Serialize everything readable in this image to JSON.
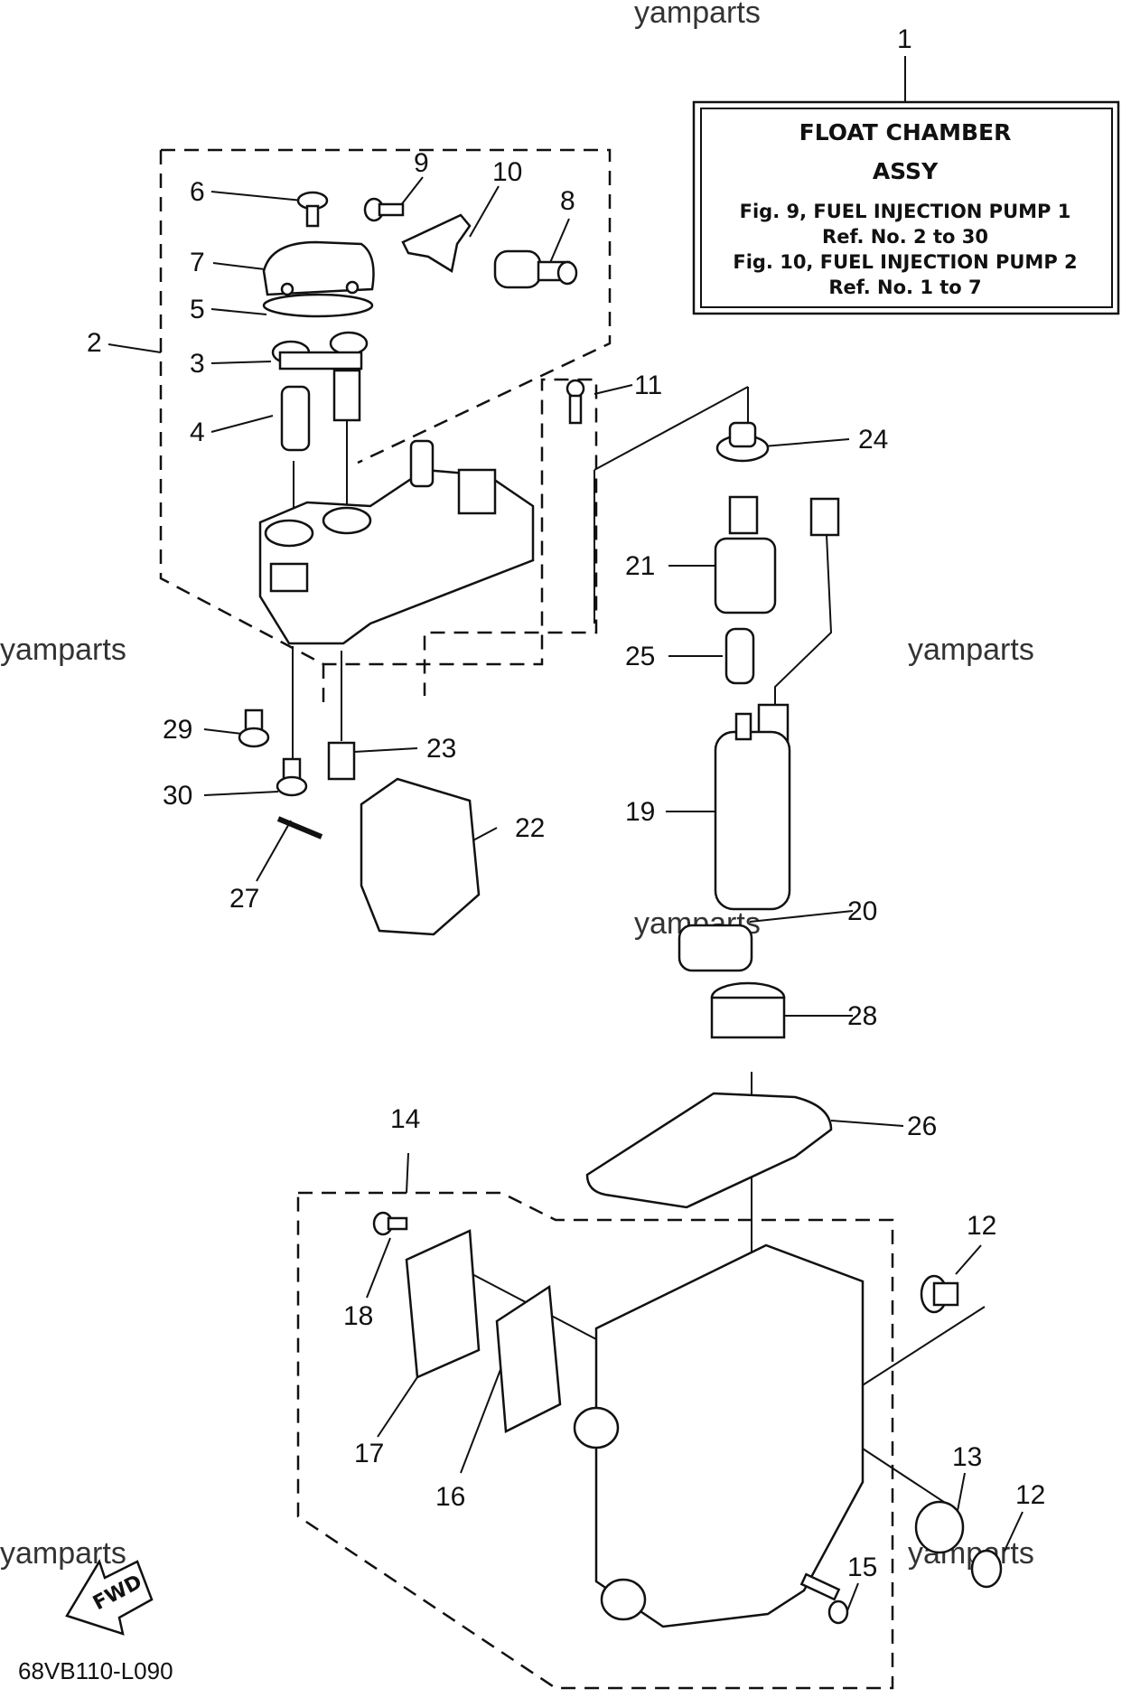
{
  "watermarks": [
    "yamparts",
    "yamparts",
    "yamparts",
    "yamparts",
    "yamparts",
    "yamparts"
  ],
  "note": {
    "ref_number": "1",
    "title_line1": "FLOAT CHAMBER",
    "title_line2": "ASSY",
    "line1": "Fig. 9, FUEL INJECTION PUMP 1",
    "line2": "Ref. No. 2 to 30",
    "line3": "Fig. 10, FUEL INJECTION PUMP 2",
    "line4": "Ref. No. 1 to 7"
  },
  "callouts": {
    "c2": "2",
    "c3": "3",
    "c4": "4",
    "c5": "5",
    "c6": "6",
    "c7": "7",
    "c8": "8",
    "c9": "9",
    "c10": "10",
    "c11": "11",
    "c12a": "12",
    "c12b": "12",
    "c13": "13",
    "c14": "14",
    "c15": "15",
    "c16": "16",
    "c17": "17",
    "c18": "18",
    "c19": "19",
    "c20": "20",
    "c21": "21",
    "c22": "22",
    "c23": "23",
    "c24": "24",
    "c25": "25",
    "c26": "26",
    "c27": "27",
    "c28": "28",
    "c29": "29",
    "c30": "30"
  },
  "fwd_label": "FWD",
  "diagram_code": "68VB110-L090"
}
